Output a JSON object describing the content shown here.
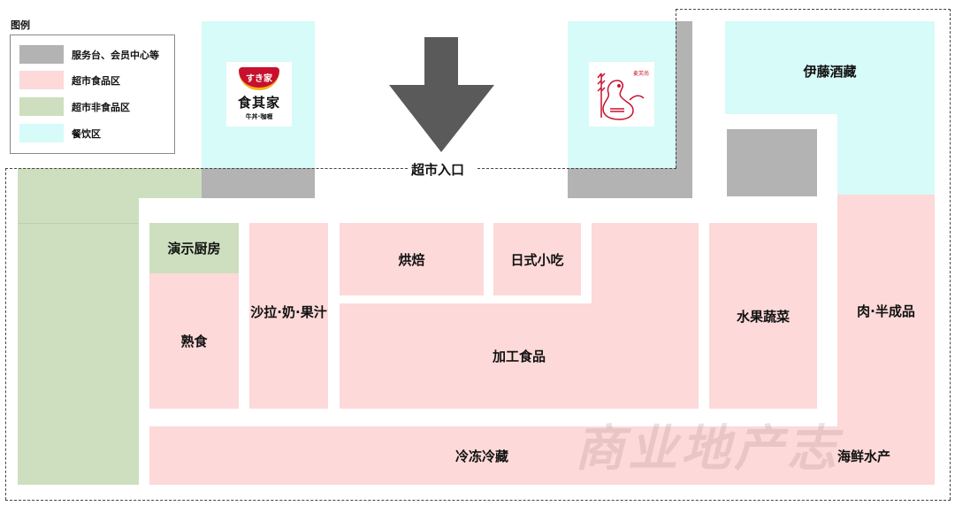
{
  "legend": {
    "title": "图例",
    "items": [
      {
        "label": "服务台、会员中心等",
        "color": "#b3b3b3",
        "category": "service"
      },
      {
        "label": "超市食品区",
        "color": "#fdd9d9",
        "category": "food"
      },
      {
        "label": "超市非食品区",
        "color": "#cddfbf",
        "category": "non-food"
      },
      {
        "label": "餐饮区",
        "color": "#d6fbf8",
        "category": "dining"
      }
    ]
  },
  "entrance": {
    "label": "超市入口",
    "arrow_color": "#5a5a5a",
    "icon": "down-arrow-icon"
  },
  "logos": {
    "sukiya": {
      "bowl_text": "すき家",
      "name": "食其家",
      "subtitle": "牛丼·咖喱",
      "color": "#c8102e"
    },
    "mascot": {
      "small_text": "麦芙尚",
      "color": "#c8102e"
    }
  },
  "zones": {
    "ito_sake": "伊藤酒藏",
    "demo_kitchen": "演示厨房",
    "deli": "熟食",
    "salad_dairy_juice": "沙拉·奶·果汁",
    "bakery": "烘焙",
    "japanese_snacks": "日式小吃",
    "processed_food": "加工食品",
    "fruit_veg": "水果蔬菜",
    "meat_prepared": "肉·半成品",
    "frozen_chilled": "冷冻冷藏",
    "seafood": "海鲜水产"
  },
  "watermark": "商业地产志",
  "colors": {
    "service": "#b3b3b3",
    "food": "#fdd9d9",
    "non_food": "#cddfbf",
    "dining": "#d6fbf8"
  }
}
